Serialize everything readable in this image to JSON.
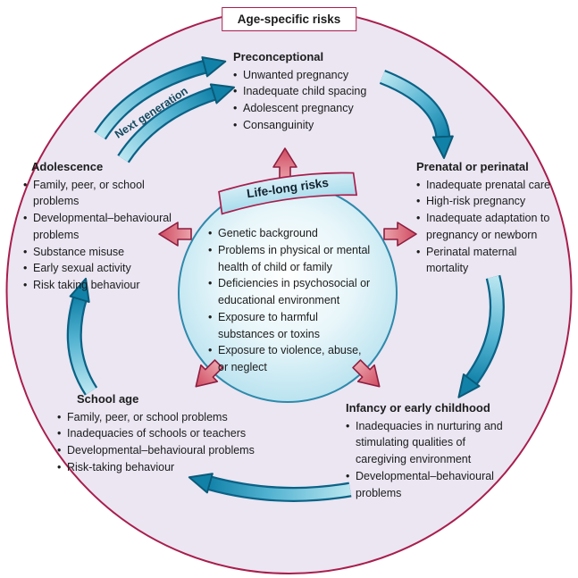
{
  "title": "Age-specific risks",
  "center": {
    "banner": "Life-long risks",
    "items": [
      "Genetic background",
      "Problems in physical or mental health of child or family",
      "Deficiencies in psychosocial or educational environment",
      "Exposure to harmful substances or toxins",
      "Exposure to violence, abuse, or neglect"
    ]
  },
  "cycle_label": "Next generation",
  "stages": [
    {
      "label": "Preconceptional",
      "items": [
        "Unwanted pregnancy",
        "Inadequate child spacing",
        "Adolescent pregnancy",
        "Consanguinity"
      ]
    },
    {
      "label": "Prenatal or perinatal",
      "items": [
        "Inadequate prenatal care",
        "High-risk pregnancy",
        "Inadequate adaptation to pregnancy or newborn",
        "Perinatal maternal mortality"
      ]
    },
    {
      "label": "Infancy or early childhood",
      "items": [
        "Inadequacies in nurturing and stimulating qualities of caregiving environment",
        "Developmental–behavioural problems"
      ]
    },
    {
      "label": "School age",
      "items": [
        "Family, peer, or school problems",
        "Inadequacies of schools or teachers",
        "Developmental–behavioural problems",
        "Risk-taking behaviour"
      ]
    },
    {
      "label": "Adolescence",
      "items": [
        "Family, peer, or school problems",
        "Developmental–behavioural problems",
        "Substance misuse",
        "Early sexual activity",
        "Risk taking behaviour"
      ]
    }
  ],
  "ui": {
    "bullet": "•"
  },
  "colors": {
    "outer_ring_fill": "#ebe6f2",
    "accent_crimson": "#a81e4d",
    "inner_circle_blue": "#a9dcec",
    "arrow_teal_dark": "#1181a8",
    "arrow_teal_light": "#b9e6f0",
    "red_arrow": "#cf4a60",
    "text": "#1c1c1c"
  }
}
